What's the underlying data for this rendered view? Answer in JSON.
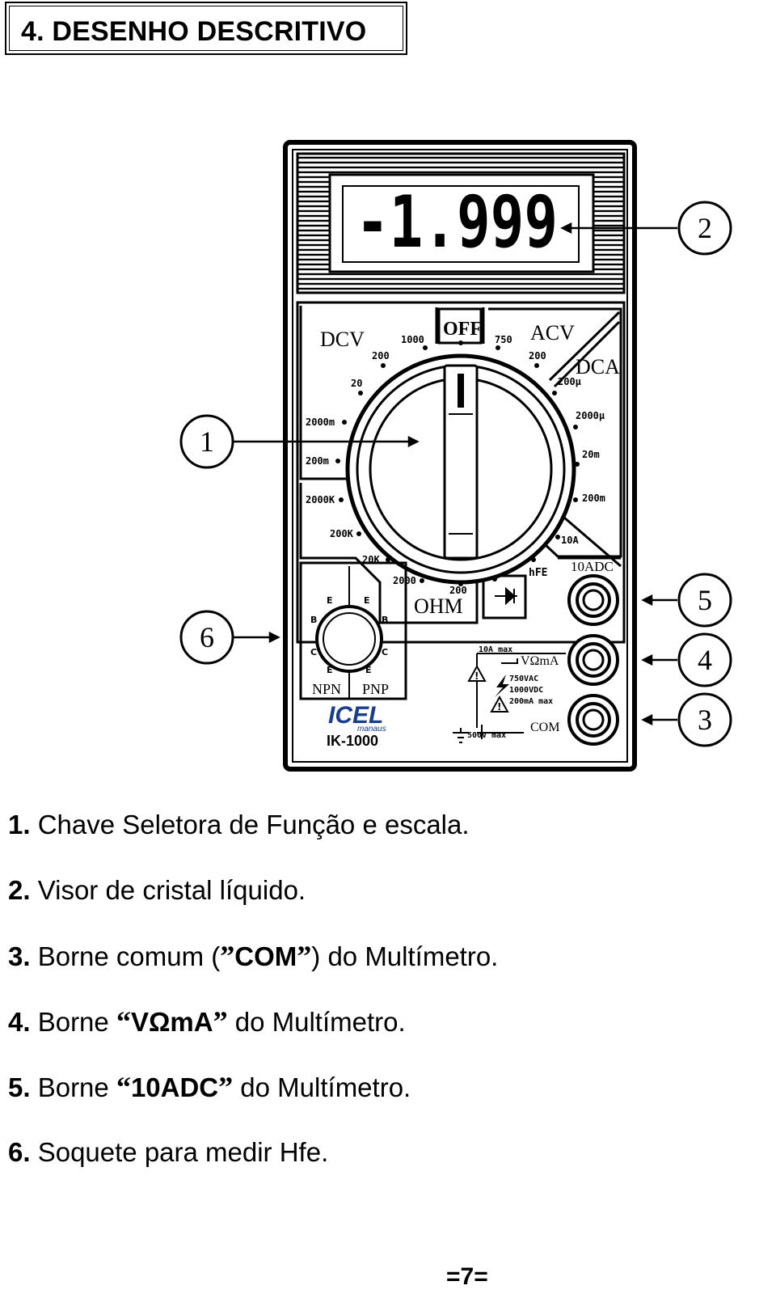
{
  "section": {
    "title": "4. DESENHO DESCRITIVO"
  },
  "meter": {
    "display": {
      "reading": "-1.999"
    },
    "dial": {
      "off": "OFF",
      "dcv": {
        "label": "DCV",
        "ranges": [
          "1000",
          "200",
          "20",
          "2000m",
          "200m"
        ]
      },
      "acv": {
        "label": "ACV",
        "ranges": [
          "750",
          "200"
        ]
      },
      "dca": {
        "label": "DCA",
        "ranges": [
          "200µ",
          "2000µ",
          "20m",
          "200m",
          "10A"
        ]
      },
      "ohm": {
        "label": "OHM",
        "ranges": [
          "2000K",
          "200K",
          "20K",
          "2000",
          "200"
        ]
      },
      "hfe": "hFE"
    },
    "terminals": {
      "10adc": "10ADC",
      "vohma": "VΩmA",
      "com": "COM",
      "warn_10a": "10A max",
      "warn_v": [
        "750VAC",
        "1000VDC",
        "200mA max"
      ],
      "warn_com": "500V max"
    },
    "socket": {
      "npn": "NPN",
      "pnp": "PNP",
      "pins": [
        "E",
        "B",
        "C",
        "E",
        "E",
        "B",
        "C",
        "E"
      ]
    },
    "brand": {
      "logo": "ICEL",
      "sub": "manaus",
      "model": "IK-1000"
    },
    "callouts": [
      "1",
      "2",
      "3",
      "4",
      "5",
      "6"
    ]
  },
  "legend": [
    {
      "num": "1.",
      "pre": " Chave Seletora de Função e escala.",
      "bold": "",
      "post": ""
    },
    {
      "num": "2.",
      "pre": " Visor de cristal líquido.",
      "bold": "",
      "post": ""
    },
    {
      "num": "3.",
      "pre": " Borne comum (",
      "bold": "COM",
      "post": ") do Multímetro."
    },
    {
      "num": "4.",
      "pre": " Borne ",
      "bold": "VΩmA",
      "post": " do Multímetro."
    },
    {
      "num": "5.",
      "pre": " Borne ",
      "bold": "10ADC",
      "post": " do Multímetro."
    },
    {
      "num": "6.",
      "pre": " Soquete para medir Hfe.",
      "bold": "",
      "post": ""
    }
  ],
  "page": {
    "number": "=7="
  }
}
